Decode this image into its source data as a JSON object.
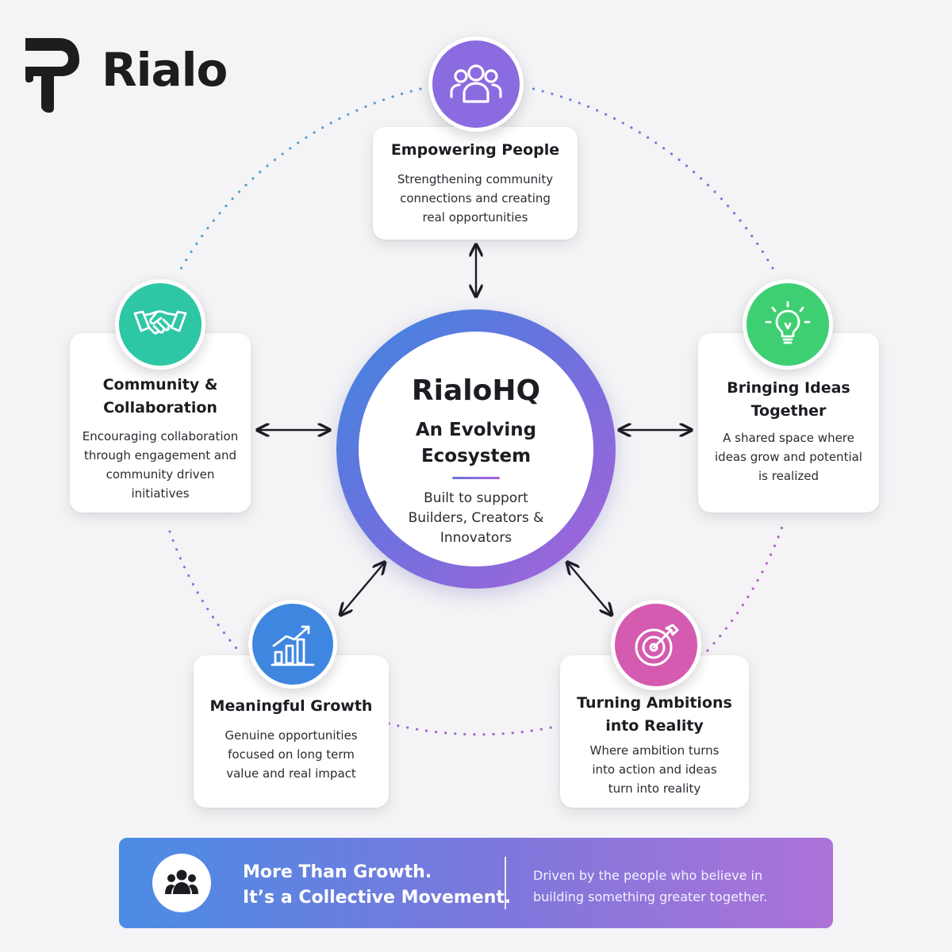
{
  "logo": {
    "text": "Rialo",
    "icon": "rialo-logo-icon"
  },
  "hub": {
    "title": "RialoHQ",
    "subtitle_lines": [
      "An Evolving",
      "Ecosystem"
    ],
    "description_lines": [
      "Built to support",
      "Builders, Creators &",
      "Innovators"
    ]
  },
  "nodes": {
    "people": {
      "title_lines": [
        "Empowering People"
      ],
      "description_lines": [
        "Strengthening community",
        "connections and creating",
        "real opportunities"
      ],
      "icon": "people-group-icon",
      "color": "#8a6be0"
    },
    "community": {
      "title_lines": [
        "Community &",
        "Collaboration"
      ],
      "description_lines": [
        "Encouraging collaboration",
        "through engagement and",
        "community driven",
        "initiatives"
      ],
      "icon": "handshake-icon",
      "color": "#2ec7a6"
    },
    "ideas": {
      "title_lines": [
        "Bringing Ideas",
        "Together"
      ],
      "description_lines": [
        "A shared space where",
        "ideas grow and potential",
        "is realized"
      ],
      "icon": "lightbulb-icon",
      "color": "#3fcf73"
    },
    "growth": {
      "title_lines": [
        "Meaningful Growth"
      ],
      "description_lines": [
        "Genuine opportunities",
        "focused on long term",
        "value and real impact"
      ],
      "icon": "growth-chart-icon",
      "color": "#3f86e0"
    },
    "ambitions": {
      "title_lines": [
        "Turning Ambitions",
        "into Reality"
      ],
      "description_lines": [
        "Where ambition turns",
        "into action and ideas",
        "turn into reality"
      ],
      "icon": "target-icon",
      "color": "#d45bb0"
    }
  },
  "banner": {
    "icon": "community-group-icon",
    "title_lines": [
      "More Than Growth.",
      "It’s a Collective Movement."
    ],
    "tagline_lines": [
      "Driven by the people who believe in",
      "building something greater together."
    ]
  }
}
